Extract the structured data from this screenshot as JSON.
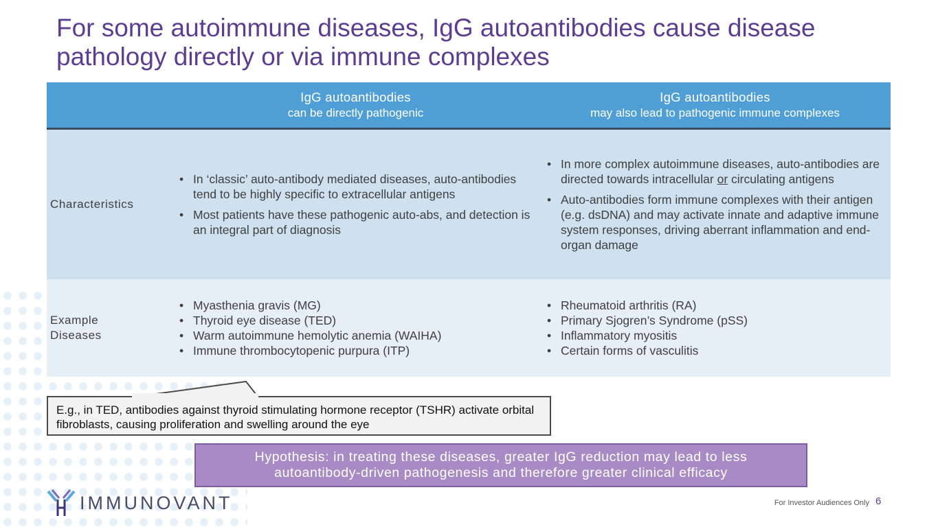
{
  "title": "For some autoimmune diseases, IgG autoantibodies cause disease pathology directly or via immune complexes",
  "table": {
    "headers": [
      {
        "line1": "IgG autoantibodies",
        "line2": "can be directly pathogenic"
      },
      {
        "line1": "IgG autoantibodies",
        "line2": "may also lead to pathogenic immune complexes"
      }
    ],
    "rows": [
      {
        "label": "Characteristics",
        "col1": [
          "In ‘classic’ auto-antibody mediated diseases, auto-antibodies tend to be highly specific to extracellular antigens",
          "Most patients have these pathogenic auto-abs, and detection is an integral part of diagnosis"
        ],
        "col2_first_pre": "In more complex autoimmune diseases, auto-antibodies are directed towards intracellular ",
        "col2_first_u": "or",
        "col2_first_post": " circulating antigens",
        "col2": [
          "Auto-antibodies form immune complexes with their antigen (e.g. dsDNA) and may activate innate and adaptive immune system responses, driving aberrant inflammation and end-organ damage"
        ]
      },
      {
        "label": "Example Diseases",
        "col1": [
          "Myasthenia gravis (MG)",
          "Thyroid eye disease (TED)",
          "Warm autoimmune hemolytic anemia (WAIHA)",
          "Immune thrombocytopenic purpura (ITP)"
        ],
        "col2": [
          "Rheumatoid arthritis (RA)",
          "Primary Sjogren’s Syndrome (pSS)",
          "Inflammatory myositis",
          "Certain forms of vasculitis"
        ]
      }
    ]
  },
  "callout": "E.g., in TED, antibodies against thyroid stimulating hormone receptor (TSHR) activate orbital fibroblasts, causing proliferation and swelling around the eye",
  "hypothesis": {
    "line1": "Hypothesis: in treating these diseases, greater IgG reduction may lead to less",
    "line2": "autoantibody-driven pathogenesis and therefore greater clinical efficacy"
  },
  "logo": "IMMUNOVANT",
  "footer": "For Investor Audiences Only",
  "page": "6"
}
